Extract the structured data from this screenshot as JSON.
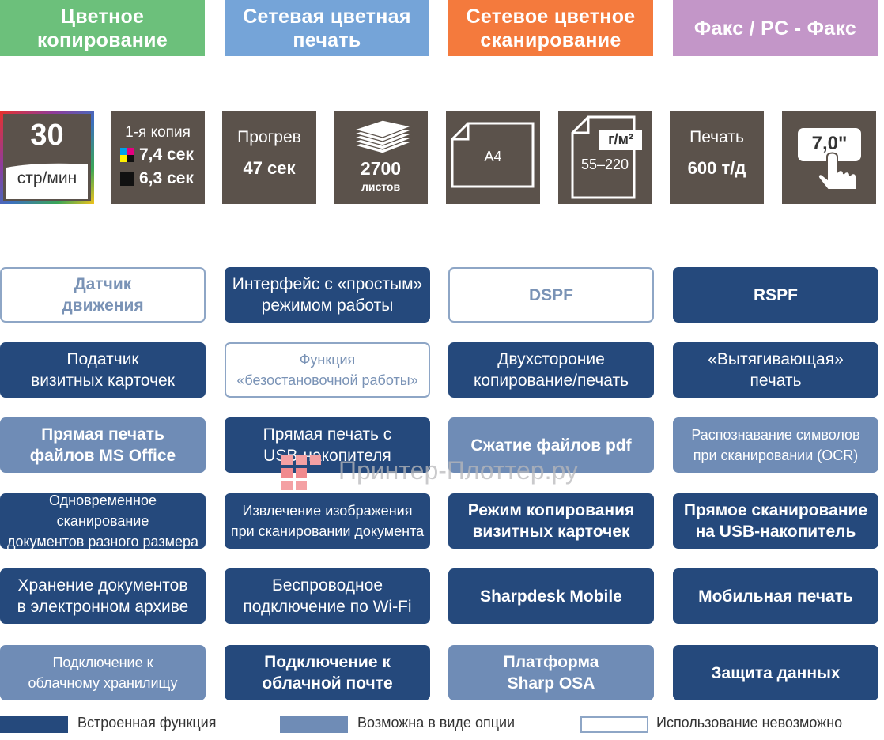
{
  "headers": [
    {
      "label": "Цветное\nкопирование",
      "color": "#6cc07b"
    },
    {
      "label": "Сетевая цветная\nпечать",
      "color": "#75a4d8"
    },
    {
      "label": "Сетевое цветное\nсканирование",
      "color": "#f47a3d"
    },
    {
      "label": "Факс / PC - Факс",
      "color": "#c396c8"
    }
  ],
  "specs": {
    "speed": {
      "value": "30",
      "unit": "стр/мин"
    },
    "first_copy": {
      "label": "1-я копия",
      "color_time": "7,4 сек",
      "bw_time": "6,3 сек"
    },
    "warmup": {
      "label": "Прогрев",
      "value": "47 сек"
    },
    "capacity": {
      "value": "2700",
      "unit": "листов"
    },
    "paper_size": {
      "label": "A4"
    },
    "paper_weight": {
      "unit": "г/м²",
      "range": "55–220"
    },
    "resolution": {
      "label": "Печать",
      "value": "600 т/д"
    },
    "display": {
      "label": "7,0\""
    }
  },
  "features": [
    {
      "label": "Датчик\nдвижения",
      "status": "none"
    },
    {
      "label": "Интерфейс с «простым»\nрежимом работы",
      "status": "builtin"
    },
    {
      "label": "DSPF",
      "status": "none"
    },
    {
      "label": "RSPF",
      "status": "builtin"
    },
    {
      "label": "Податчик\nвизитных карточек",
      "status": "builtin"
    },
    {
      "label": "Функция\n«безостановочной работы»",
      "status": "none"
    },
    {
      "label": "Двухстороние\nкопирование/печать",
      "status": "builtin"
    },
    {
      "label": "«Вытягивающая»\nпечать",
      "status": "builtin"
    },
    {
      "label": "Прямая печать\nфайлов MS Office",
      "status": "option"
    },
    {
      "label": "Прямая печать с\nUSB-накопителя",
      "status": "builtin"
    },
    {
      "label": "Сжатие файлов pdf",
      "status": "option"
    },
    {
      "label": "Распознавание символов\nпри сканировании (OCR)",
      "status": "option"
    },
    {
      "label": "Одновременное сканирование\nдокументов разного размера",
      "status": "builtin"
    },
    {
      "label": "Извлечение изображения\nпри сканировании документа",
      "status": "builtin"
    },
    {
      "label": "Режим копирования\nвизитных карточек",
      "status": "builtin"
    },
    {
      "label": "Прямое сканирование\nна  USB-накопитель",
      "status": "builtin"
    },
    {
      "label": "Хранение документов\nв электронном архиве",
      "status": "builtin"
    },
    {
      "label": "Беспроводное\nподключение по Wi-Fi",
      "status": "builtin"
    },
    {
      "label": "Sharpdesk Mobile",
      "status": "builtin"
    },
    {
      "label": "Мобильная печать",
      "status": "builtin"
    },
    {
      "label": "Подключение к\nоблачному хранилищу",
      "status": "option"
    },
    {
      "label": "Подключение к\nоблачной почте",
      "status": "builtin"
    },
    {
      "label": "Платформа\nSharp OSA",
      "status": "option"
    },
    {
      "label": "Защита данных",
      "status": "builtin"
    }
  ],
  "legend": {
    "builtin": "Встроенная функция",
    "option": "Возможна в виде опции",
    "none": "Использование невозможно"
  },
  "watermark": "Принтер-Плоттер.ру",
  "colors": {
    "builtin": "#25497c",
    "option": "#6f8cb6",
    "none_border": "#8ea6c6",
    "spec_tile": "#5b524b"
  }
}
